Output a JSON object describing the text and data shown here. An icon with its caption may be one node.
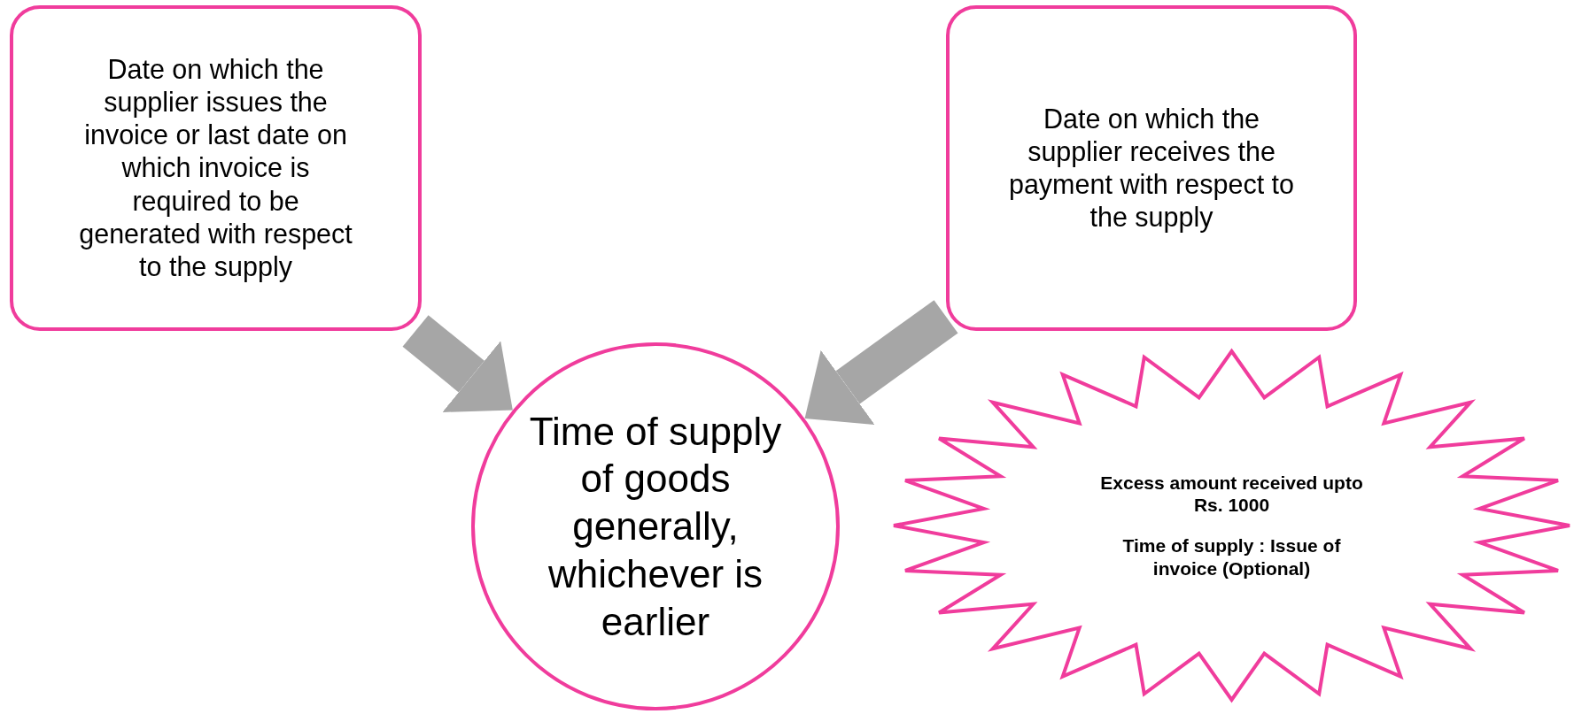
{
  "diagram": {
    "nodes": [
      {
        "text": [
          "Date on which the supplier issues the invoice or last date on which invoice is required to be generated with respect to the supply"
        ]
      },
      {
        "text": [
          "Date on which the supplier receives the payment with respect to the supply"
        ]
      },
      {
        "text": [
          "Time of supply of goods generally, whichever is earlier"
        ]
      },
      {
        "text": [
          "Excess amount received upto Rs. 1000",
          "Time of supply : Issue of invoice (Optional)"
        ]
      }
    ],
    "edges": [
      {
        "from": 0,
        "to": 2,
        "arrow": "to"
      },
      {
        "from": 1,
        "to": 2,
        "arrow": "to"
      }
    ]
  }
}
